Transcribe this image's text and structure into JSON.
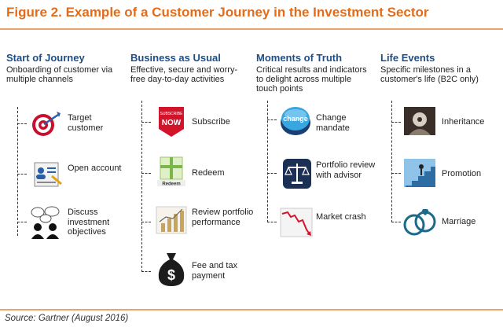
{
  "title": "Figure 2. Example of a Customer Journey in the Investment Sector",
  "source": "Source: Gartner (August 2016)",
  "columns": [
    {
      "heading": "Start of Journey",
      "description": "Onboarding of customer via multiple channels",
      "items": [
        {
          "label": "Target customer",
          "icon": "target-icon"
        },
        {
          "label": "Open account",
          "icon": "account-form-icon"
        },
        {
          "label": "Discuss investment objectives",
          "icon": "discussion-icon"
        }
      ]
    },
    {
      "heading": "Business as Usual",
      "description": "Effective, secure and worry-free day-to-day activities",
      "items": [
        {
          "label": "Subscribe",
          "icon": "subscribe-now-icon",
          "icon_text_top": "SUBSCRIBE",
          "icon_text_main": "NOW"
        },
        {
          "label": "Redeem",
          "icon": "redeem-gift-icon",
          "icon_text": "Redeem"
        },
        {
          "label": "Review portfolio performance",
          "icon": "bar-chart-icon"
        },
        {
          "label": "Fee and tax payment",
          "icon": "money-bag-icon"
        }
      ]
    },
    {
      "heading": "Moments of Truth",
      "description": "Critical results and indicators to delight across multiple touch points",
      "items": [
        {
          "label": "Change mandate",
          "icon": "change-button-icon",
          "icon_text": "change"
        },
        {
          "label": "Portfolio review with advisor",
          "icon": "scales-icon"
        },
        {
          "label": "Market crash",
          "icon": "market-crash-icon"
        }
      ]
    },
    {
      "heading": "Life Events",
      "description": "Specific milestones in a customer's life (B2C only)",
      "items": [
        {
          "label": "Inheritance",
          "icon": "inheritance-icon"
        },
        {
          "label": "Promotion",
          "icon": "promotion-icon"
        },
        {
          "label": "Marriage",
          "icon": "wedding-rings-icon"
        }
      ]
    }
  ],
  "colors": {
    "title": "#e36c1b",
    "heading": "#1d4e89",
    "rule": "#e9a46b"
  }
}
